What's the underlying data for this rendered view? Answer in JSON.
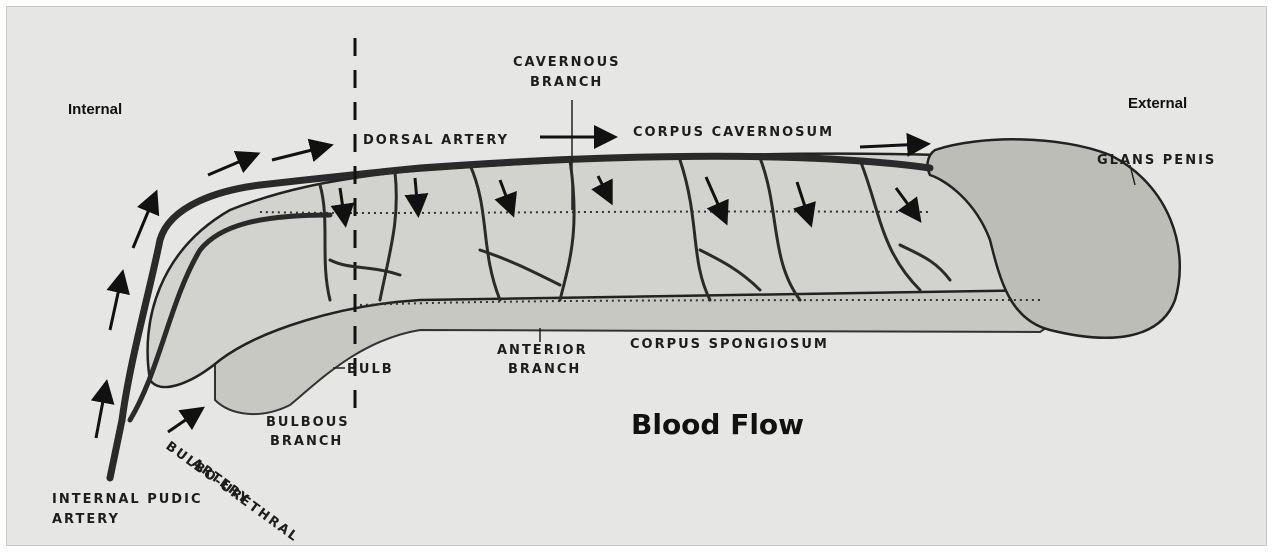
{
  "labels": {
    "internal": "Internal",
    "external": "External",
    "cavernous_branch_1": "CAVERNOUS",
    "cavernous_branch_2": "BRANCH",
    "dorsal_artery": "DORSAL ARTERY",
    "corpus_cavernosum": "CORPUS CAVERNOSUM",
    "glans_penis": "GLANS PENIS",
    "anterior_branch_1": "ANTERIOR",
    "anterior_branch_2": "BRANCH",
    "corpus_spongiosum": "CORPUS SPONGIOSUM",
    "bulb": "BULB",
    "bulbous_branch_1": "BULBOUS",
    "bulbous_branch_2": "BRANCH",
    "bulbo_urethral_artery_1": "BULBO-URETHRAL",
    "bulbo_urethral_artery_2": "ARTERY",
    "internal_pudic_artery_1": "INTERNAL PUDIC",
    "internal_pudic_artery_2": "ARTERY",
    "blood_flow": "Blood Flow"
  },
  "colors": {
    "background": "#e6e6e4",
    "shaft": "#cfcfcb",
    "glans": "#bdbdb8",
    "artery": "#2a2a2a",
    "arrow": "#111111"
  }
}
